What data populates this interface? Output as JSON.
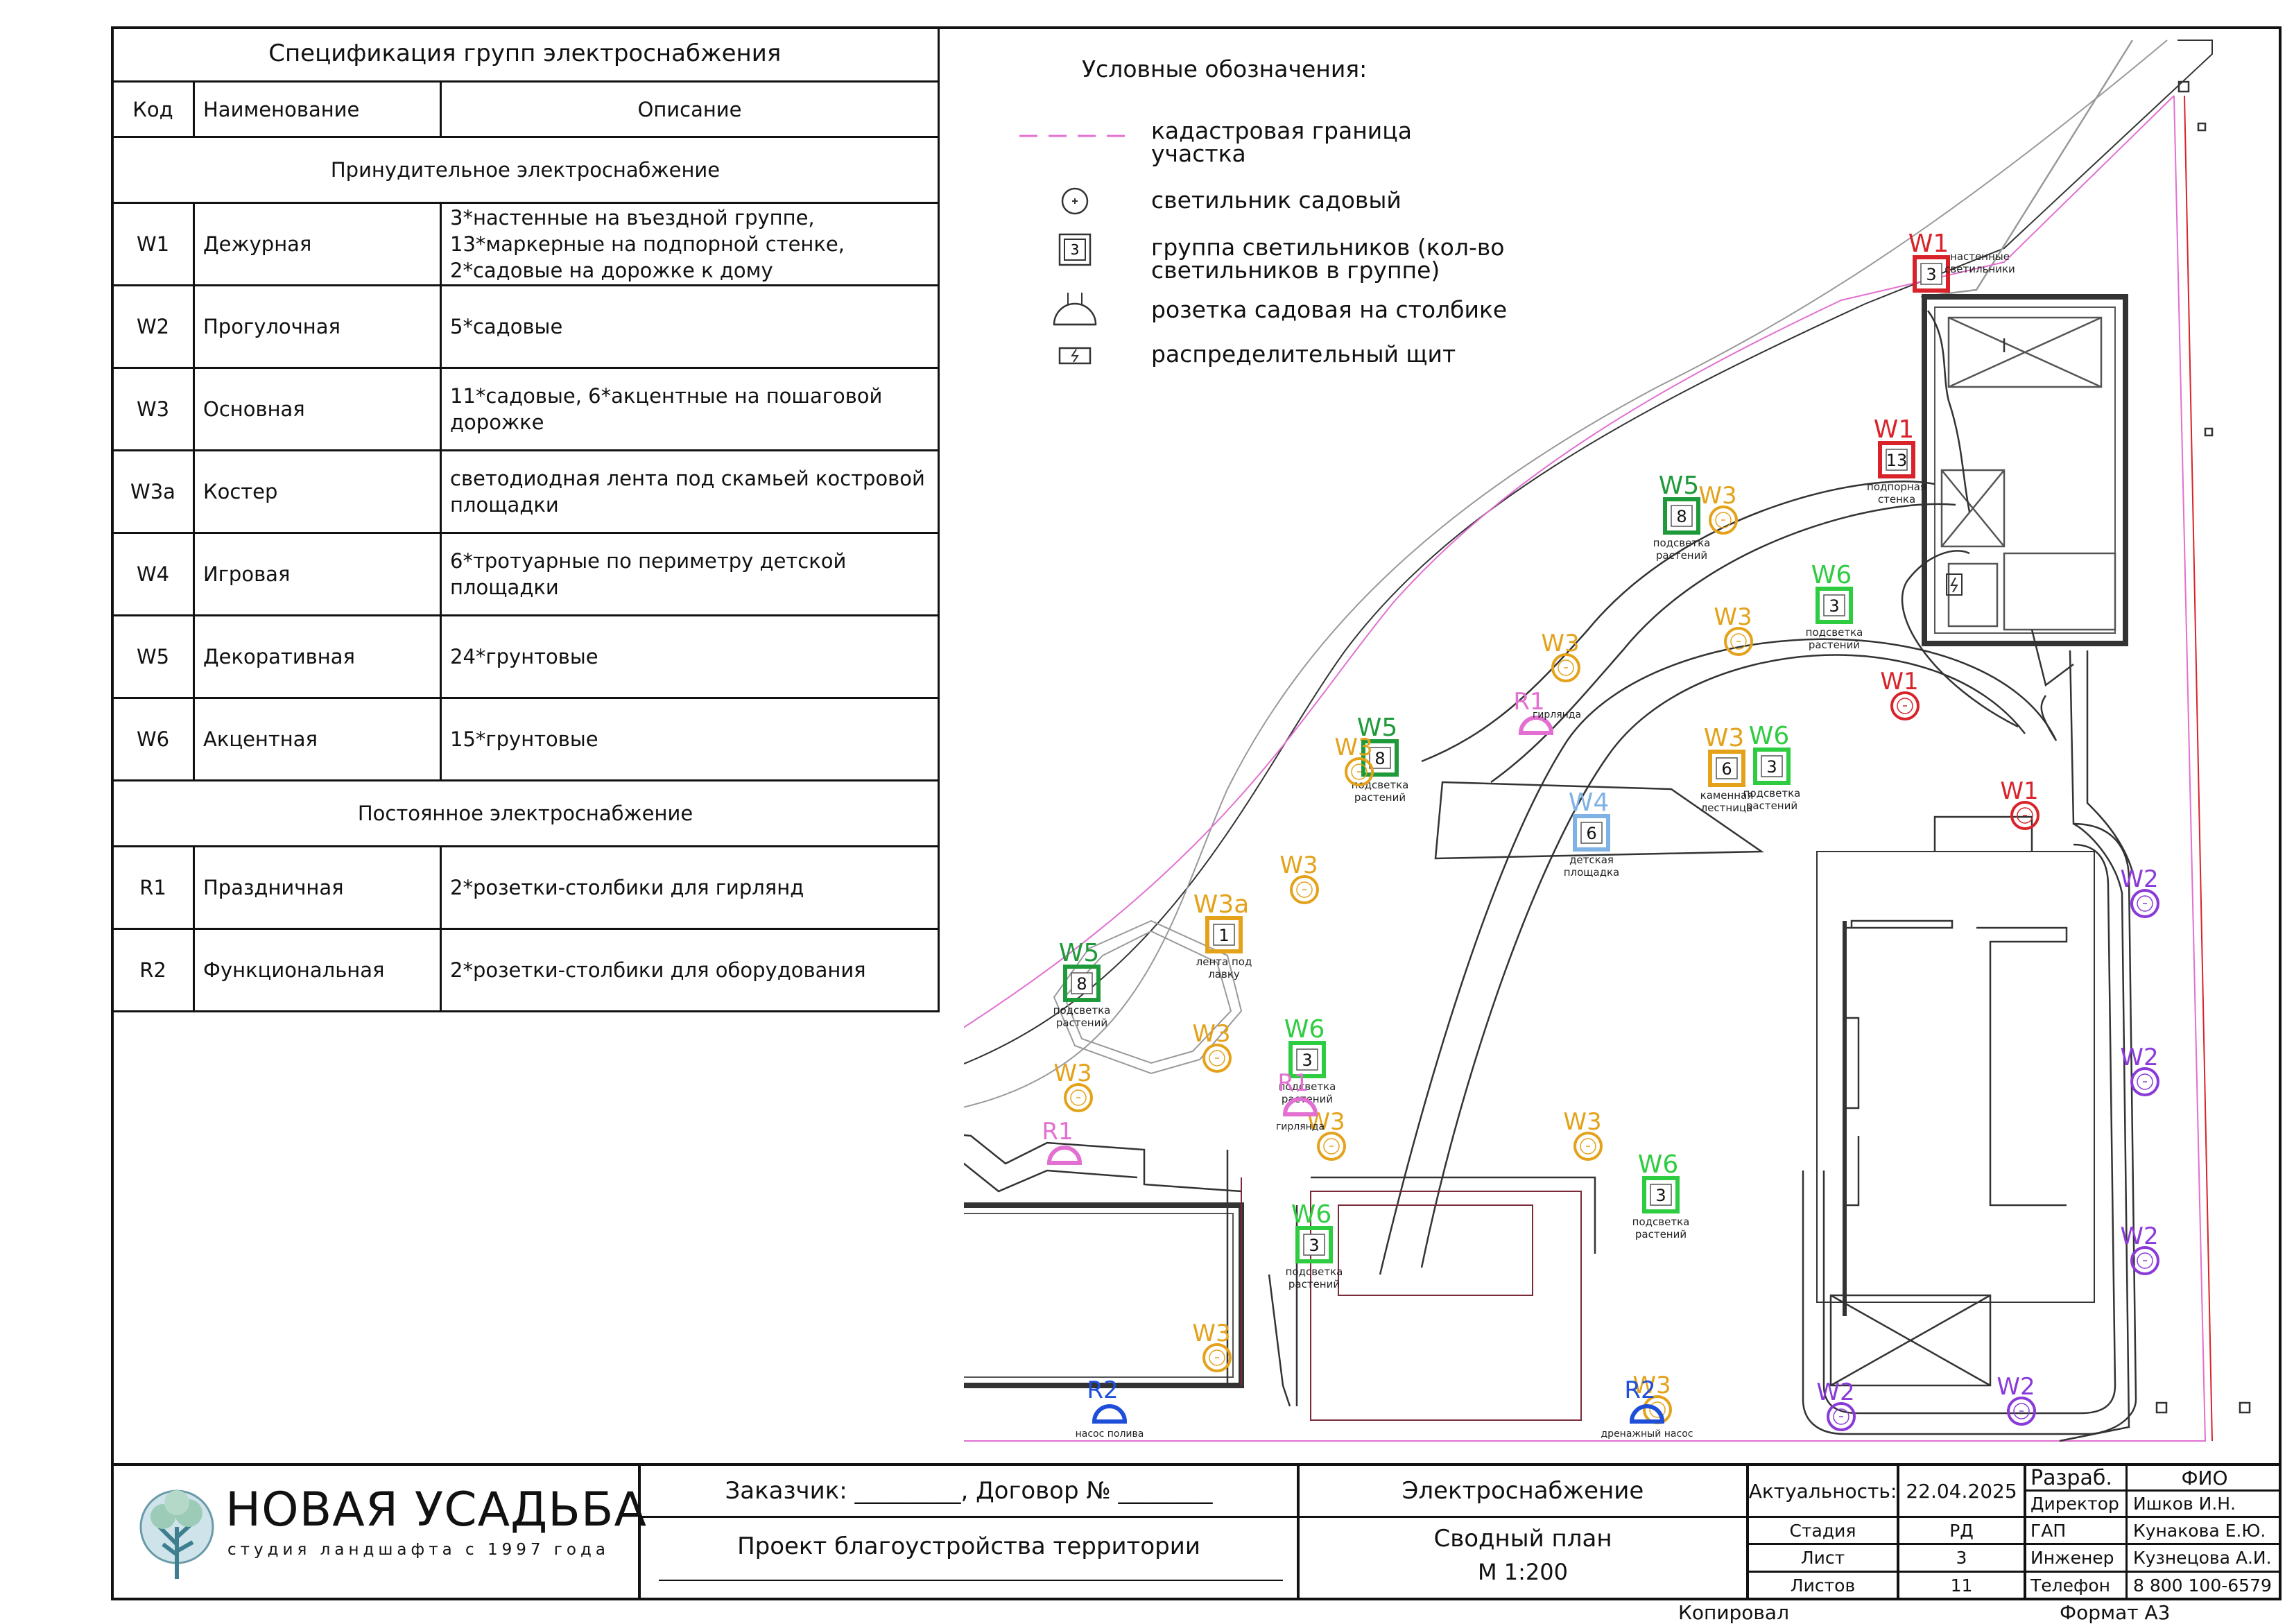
{
  "spec_table": {
    "title": "Спецификация групп электроснабжения",
    "headers": [
      "Код",
      "Наименование",
      "Описание"
    ],
    "section_forced": "Принудительное электроснабжение",
    "section_constant": "Постоянное электроснабжение",
    "rows_forced": [
      {
        "code": "W1",
        "name": "Дежурная",
        "desc": [
          "3*настенные на въездной группе,",
          "13*маркерные на подпорной стенке,",
          "2*садовые на дорожке к дому"
        ]
      },
      {
        "code": "W2",
        "name": "Прогулочная",
        "desc": [
          "5*садовые"
        ]
      },
      {
        "code": "W3",
        "name": "Основная",
        "desc": [
          "11*садовые, 6*акцентные на пошаговой",
          "дорожке"
        ]
      },
      {
        "code": "W3a",
        "name": "Костер",
        "desc": [
          "светодиодная лента под скамьей костровой",
          "площадки"
        ]
      },
      {
        "code": "W4",
        "name": "Игровая",
        "desc": [
          "6*тротуарные по периметру детской",
          "площадки"
        ]
      },
      {
        "code": "W5",
        "name": "Декоративная",
        "desc": [
          "24*грунтовые"
        ]
      },
      {
        "code": "W6",
        "name": "Акцентная",
        "desc": [
          "15*грунтовые"
        ]
      }
    ],
    "rows_constant": [
      {
        "code": "R1",
        "name": "Праздничная",
        "desc": [
          "2*розетки-столбики для гирлянд"
        ]
      },
      {
        "code": "R2",
        "name": "Функциональная",
        "desc": [
          "2*розетки-столбики для оборудования"
        ]
      }
    ]
  },
  "legend": {
    "title": "Условные обозначения:",
    "items": [
      {
        "symbol": "cadastral-line",
        "text": [
          "кадастровая граница",
          "участка"
        ]
      },
      {
        "symbol": "garden-light",
        "text": [
          "светильник садовый"
        ]
      },
      {
        "symbol": "light-group",
        "sample": "3",
        "text": [
          "группа светильников (кол-во",
          "светильников в группе)"
        ]
      },
      {
        "symbol": "socket-post",
        "text": [
          "розетка садовая на столбике"
        ]
      },
      {
        "symbol": "distribution-board",
        "text": [
          "распределительный щит"
        ]
      }
    ]
  },
  "plan": {
    "groups": [
      {
        "label": "W1",
        "count": "3",
        "note": [
          "настенные",
          "светильники"
        ],
        "color": "#d8232a"
      },
      {
        "label": "W1",
        "count": "13",
        "note": [
          "подпорная",
          "стенка"
        ],
        "color": "#d8232a"
      },
      {
        "label": "W5",
        "count": "8",
        "note": [
          "подсветка",
          "растений"
        ],
        "color": "#1f9a3a"
      },
      {
        "label": "W6",
        "count": "3",
        "note": [
          "подсветка",
          "растений"
        ],
        "color": "#2ecc40"
      },
      {
        "label": "W5",
        "count": "8",
        "note": [
          "подсветка",
          "растений"
        ],
        "color": "#1f9a3a"
      },
      {
        "label": "W3",
        "count": "6",
        "note": [
          "каменная",
          "лестница"
        ],
        "color": "#e3a21a"
      },
      {
        "label": "W6",
        "count": "3",
        "note": [
          "подсветка",
          "растений"
        ],
        "color": "#2ecc40"
      },
      {
        "label": "W4",
        "count": "6",
        "note": [
          "детская",
          "площадка"
        ],
        "color": "#7fb2e5"
      },
      {
        "label": "W3a",
        "count": "1",
        "note": [
          "лента под",
          "лавку"
        ],
        "color": "#e3a21a"
      },
      {
        "label": "W5",
        "count": "8",
        "note": [
          "подсветка",
          "растений"
        ],
        "color": "#1f9a3a"
      },
      {
        "label": "W6",
        "count": "3",
        "note": [
          "подсветка",
          "растений"
        ],
        "color": "#2ecc40"
      },
      {
        "label": "W6",
        "count": "3",
        "note": [
          "подсветка",
          "растений"
        ],
        "color": "#2ecc40"
      },
      {
        "label": "W6",
        "count": "3",
        "note": [
          "подсветка",
          "растений"
        ],
        "color": "#2ecc40"
      }
    ],
    "lights": [
      {
        "label": "W3",
        "color": "#e3a21a"
      },
      {
        "label": "W3",
        "color": "#e3a21a"
      },
      {
        "label": "W3",
        "color": "#e3a21a"
      },
      {
        "label": "W3",
        "color": "#e3a21a"
      },
      {
        "label": "W3",
        "color": "#e3a21a"
      },
      {
        "label": "W3",
        "color": "#e3a21a"
      },
      {
        "label": "W3",
        "color": "#e3a21a"
      },
      {
        "label": "W3",
        "color": "#e3a21a"
      },
      {
        "label": "W3",
        "color": "#e3a21a"
      },
      {
        "label": "W3",
        "color": "#e3a21a"
      },
      {
        "label": "W3",
        "color": "#e3a21a"
      },
      {
        "label": "W1",
        "color": "#d8232a"
      },
      {
        "label": "W1",
        "color": "#d8232a"
      },
      {
        "label": "W2",
        "color": "#8a3ad8"
      },
      {
        "label": "W2",
        "color": "#8a3ad8"
      },
      {
        "label": "W2",
        "color": "#8a3ad8"
      },
      {
        "label": "W2",
        "color": "#8a3ad8"
      },
      {
        "label": "W2",
        "color": "#8a3ad8"
      }
    ],
    "sockets": [
      {
        "label": "R1",
        "note": "гирлянда",
        "color": "#e26fd1"
      },
      {
        "label": "R1",
        "note": "гирлянда",
        "color": "#e26fd1"
      },
      {
        "label": "R1",
        "note": "",
        "color": "#e26fd1"
      },
      {
        "label": "R2",
        "note": "насос полива",
        "color": "#1f4fd8"
      },
      {
        "label": "R2",
        "note": "дренажный насос",
        "color": "#1f4fd8"
      }
    ]
  },
  "title_block": {
    "company": "НОВАЯ УСАДЬБА",
    "company_sub": "студия ландшафта с 1997 года",
    "customer": "Заказчик: _________, Договор № ________",
    "project": "Проект благоустройства территории",
    "section": "Электроснабжение",
    "sheet_title": "Сводный план",
    "scale": "М 1:200",
    "actuality_label": "Актуальность:",
    "actuality_value": "22.04.2025",
    "stage_label": "Стадия",
    "stage_value": "РД",
    "sheet_label": "Лист",
    "sheet_value": "3",
    "sheets_label": "Листов",
    "sheets_value": "11",
    "roles": [
      {
        "role": "Разраб.",
        "name": "ФИО"
      },
      {
        "role": "Директор",
        "name": "Ишков И.Н."
      },
      {
        "role": "ГАП",
        "name": "Кунакова Е.Ю."
      },
      {
        "role": "Инженер",
        "name": "Кузнецова А.И."
      },
      {
        "role": "Телефон",
        "name": "8 800 100-6579"
      }
    ],
    "copied": "Копировал",
    "format": "Формат А3"
  }
}
